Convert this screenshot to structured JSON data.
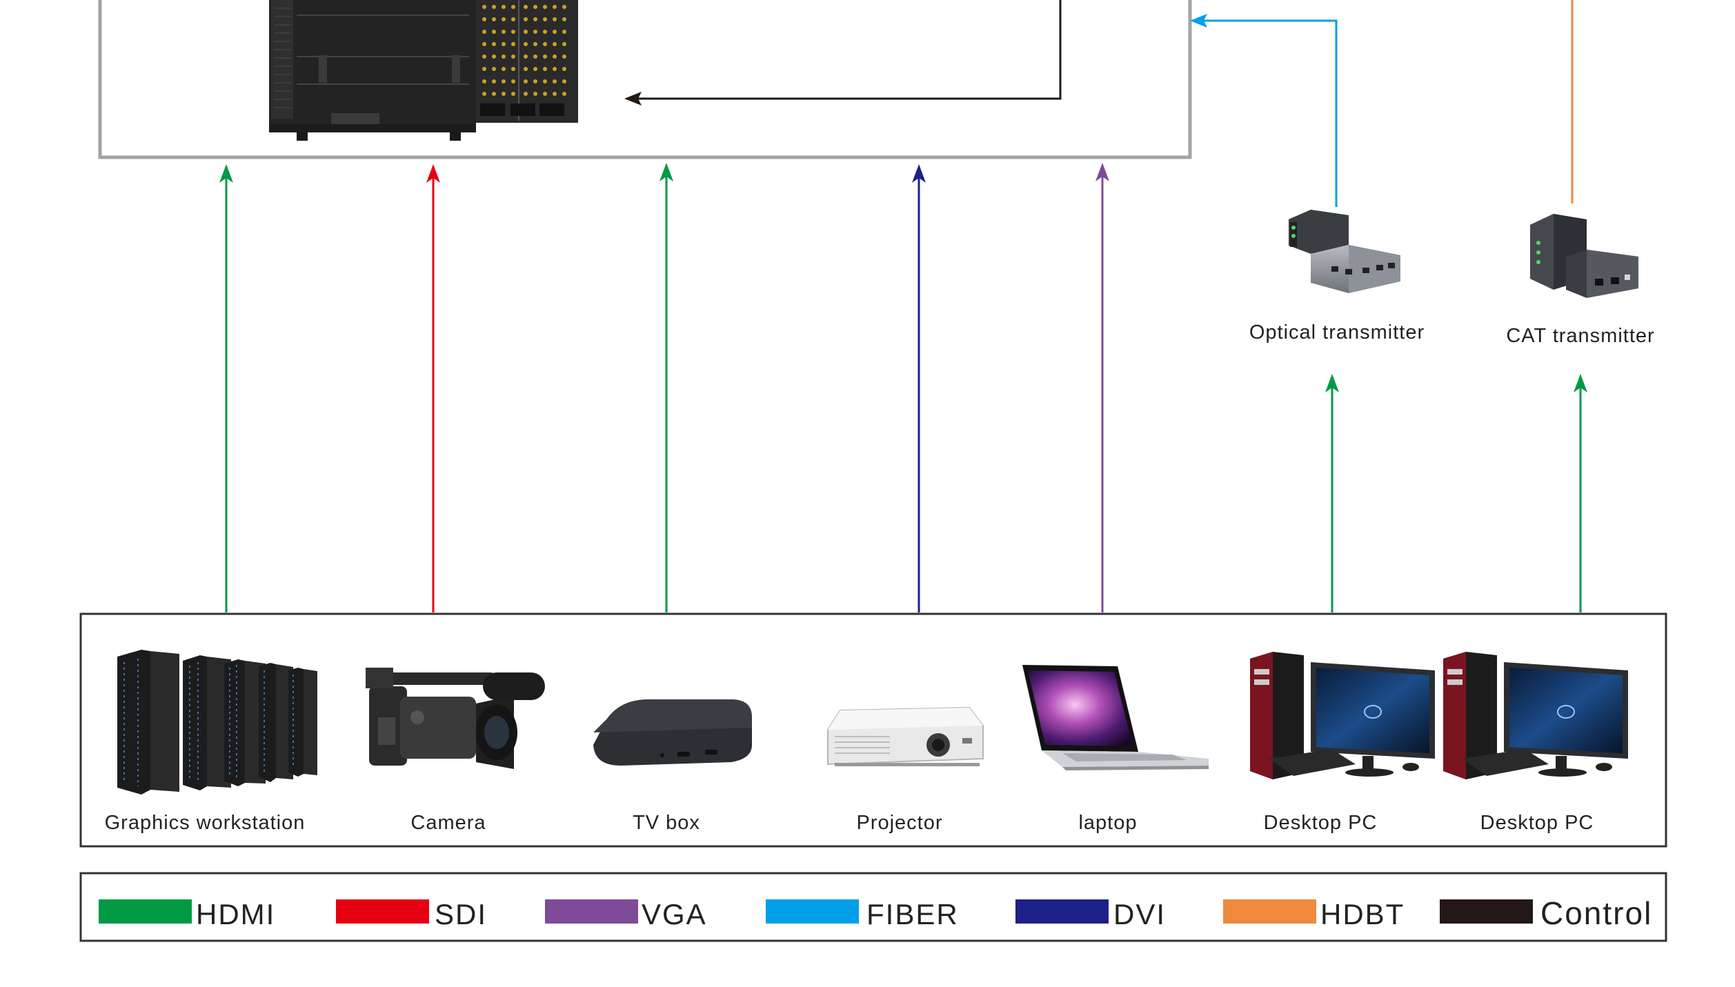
{
  "devices": {
    "workstation": {
      "label": "Graphics workstation",
      "icon": "server-rack-icon"
    },
    "camera": {
      "label": "Camera",
      "icon": "camcorder-icon"
    },
    "tvbox": {
      "label": "TV box",
      "icon": "tv-box-icon"
    },
    "projector": {
      "label": "Projector",
      "icon": "projector-icon"
    },
    "laptop": {
      "label": "laptop",
      "icon": "laptop-icon"
    },
    "desktop1": {
      "label": "Desktop PC",
      "icon": "desktop-pc-icon"
    },
    "desktop2": {
      "label": "Desktop PC",
      "icon": "desktop-pc-icon"
    }
  },
  "transmitters": {
    "optical": {
      "label": "Optical transmitter",
      "icon": "optical-transmitter-icon"
    },
    "cat": {
      "label": "CAT transmitter",
      "icon": "cat-transmitter-icon"
    }
  },
  "matrix": {
    "icon": "matrix-switcher-icon"
  },
  "legend": [
    {
      "key": "hdmi",
      "label": "HDMI",
      "color": "#009a44"
    },
    {
      "key": "sdi",
      "label": "SDI",
      "color": "#e60012"
    },
    {
      "key": "vga",
      "label": "VGA",
      "color": "#7f4a9a"
    },
    {
      "key": "fiber",
      "label": "FIBER",
      "color": "#00a0e9"
    },
    {
      "key": "dvi",
      "label": "DVI",
      "color": "#1d2088"
    },
    {
      "key": "hdbt",
      "label": "HDBT",
      "color": "#f08a3c"
    },
    {
      "key": "control",
      "label": "Control",
      "color": "#231815"
    }
  ],
  "connections": [
    {
      "from": "workstation",
      "to": "matrix",
      "signal": "HDMI"
    },
    {
      "from": "camera",
      "to": "matrix",
      "signal": "SDI"
    },
    {
      "from": "tvbox",
      "to": "matrix",
      "signal": "HDMI"
    },
    {
      "from": "projector",
      "to": "matrix",
      "signal": "DVI"
    },
    {
      "from": "laptop",
      "to": "matrix",
      "signal": "VGA"
    },
    {
      "from": "desktop1",
      "to": "optical",
      "signal": "HDMI"
    },
    {
      "from": "desktop2",
      "to": "cat",
      "signal": "HDMI"
    },
    {
      "from": "optical",
      "to": "matrix",
      "signal": "FIBER"
    },
    {
      "from": "cat",
      "to": "matrix",
      "signal": "HDBT"
    },
    {
      "from": "external",
      "to": "matrix",
      "signal": "Control"
    }
  ]
}
